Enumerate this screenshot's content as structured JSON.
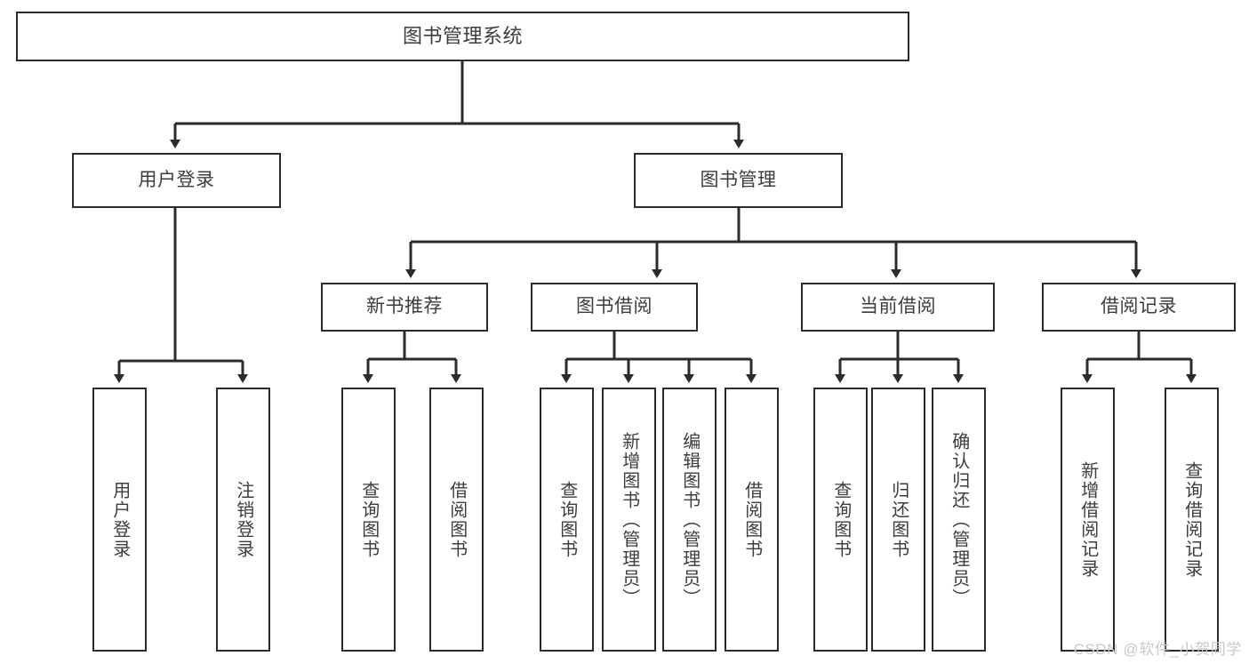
{
  "diagram": {
    "title": "图书管理系统",
    "type": "tree-hierarchy-chart",
    "colors": {
      "box_border": "#2b2b2b",
      "box_fill": "#ffffff",
      "text": "#3d3d3d",
      "connector": "#2b2b2b",
      "watermark": "#c9c9c9",
      "background": "#ffffff"
    },
    "root": {
      "label": "图书管理系统"
    },
    "level2": [
      {
        "label": "用户登录"
      },
      {
        "label": "图书管理"
      }
    ],
    "level3": [
      {
        "label": "新书推荐"
      },
      {
        "label": "图书借阅"
      },
      {
        "label": "当前借阅"
      },
      {
        "label": "借阅记录"
      }
    ],
    "leaves": {
      "user_login": [
        {
          "label": "用户登录"
        },
        {
          "label": "注销登录"
        }
      ],
      "new_book_recommend": [
        {
          "label": "查询图书"
        },
        {
          "label": "借阅图书"
        }
      ],
      "book_borrow": [
        {
          "label": "查询图书"
        },
        {
          "label": "新增图书（管理员）"
        },
        {
          "label": "编辑图书（管理员）"
        },
        {
          "label": "借阅图书"
        }
      ],
      "current_borrow": [
        {
          "label": "查询图书"
        },
        {
          "label": "归还图书"
        },
        {
          "label": "确认归还（管理员）"
        }
      ],
      "borrow_record": [
        {
          "label": "新增借阅记录"
        },
        {
          "label": "查询借阅记录"
        }
      ]
    }
  },
  "watermark": {
    "text": "CSDN @软件_小贺同学"
  }
}
